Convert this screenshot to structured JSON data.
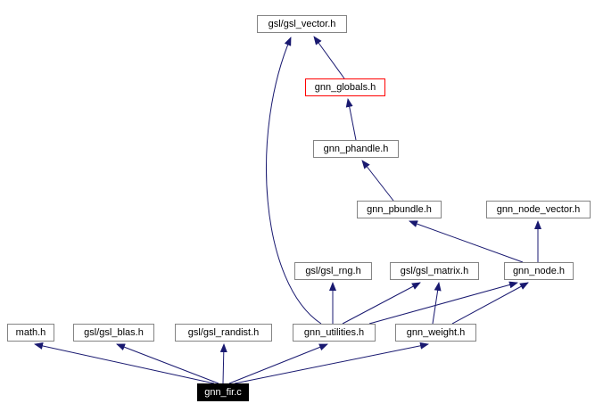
{
  "diagram": {
    "type": "include-dependency-graph",
    "colors": {
      "edge": "#191970",
      "node_border": "#848484",
      "node_background": "#ffffff",
      "highlight_border": "#ff0000",
      "root_background": "#000000",
      "root_text": "#ffffff"
    },
    "nodes": [
      {
        "id": "gsl_vector",
        "label": "gsl/gsl_vector.h",
        "style": "normal"
      },
      {
        "id": "gnn_globals",
        "label": "gnn_globals.h",
        "style": "highlight"
      },
      {
        "id": "gnn_phandle",
        "label": "gnn_phandle.h",
        "style": "normal"
      },
      {
        "id": "gnn_pbundle",
        "label": "gnn_pbundle.h",
        "style": "normal"
      },
      {
        "id": "gnn_node_vector",
        "label": "gnn_node_vector.h",
        "style": "normal"
      },
      {
        "id": "gsl_rng",
        "label": "gsl/gsl_rng.h",
        "style": "normal"
      },
      {
        "id": "gsl_matrix",
        "label": "gsl/gsl_matrix.h",
        "style": "normal"
      },
      {
        "id": "gnn_node",
        "label": "gnn_node.h",
        "style": "normal"
      },
      {
        "id": "math",
        "label": "math.h",
        "style": "normal"
      },
      {
        "id": "gsl_blas",
        "label": "gsl/gsl_blas.h",
        "style": "normal"
      },
      {
        "id": "gsl_randist",
        "label": "gsl/gsl_randist.h",
        "style": "normal"
      },
      {
        "id": "gnn_utilities",
        "label": "gnn_utilities.h",
        "style": "normal"
      },
      {
        "id": "gnn_weight",
        "label": "gnn_weight.h",
        "style": "normal"
      },
      {
        "id": "gnn_fir",
        "label": "gnn_fir.c",
        "style": "root"
      }
    ],
    "edges": [
      {
        "from": "gnn_globals",
        "to": "gsl_vector"
      },
      {
        "from": "gnn_phandle",
        "to": "gnn_globals"
      },
      {
        "from": "gnn_pbundle",
        "to": "gnn_phandle"
      },
      {
        "from": "gnn_node",
        "to": "gnn_pbundle"
      },
      {
        "from": "gnn_node",
        "to": "gnn_node_vector"
      },
      {
        "from": "gnn_utilities",
        "to": "gsl_vector"
      },
      {
        "from": "gnn_utilities",
        "to": "gsl_rng"
      },
      {
        "from": "gnn_utilities",
        "to": "gsl_matrix"
      },
      {
        "from": "gnn_utilities",
        "to": "gnn_node"
      },
      {
        "from": "gnn_weight",
        "to": "gsl_matrix"
      },
      {
        "from": "gnn_weight",
        "to": "gnn_node"
      },
      {
        "from": "gnn_fir",
        "to": "math"
      },
      {
        "from": "gnn_fir",
        "to": "gsl_blas"
      },
      {
        "from": "gnn_fir",
        "to": "gsl_randist"
      },
      {
        "from": "gnn_fir",
        "to": "gnn_utilities"
      },
      {
        "from": "gnn_fir",
        "to": "gnn_weight"
      }
    ]
  }
}
